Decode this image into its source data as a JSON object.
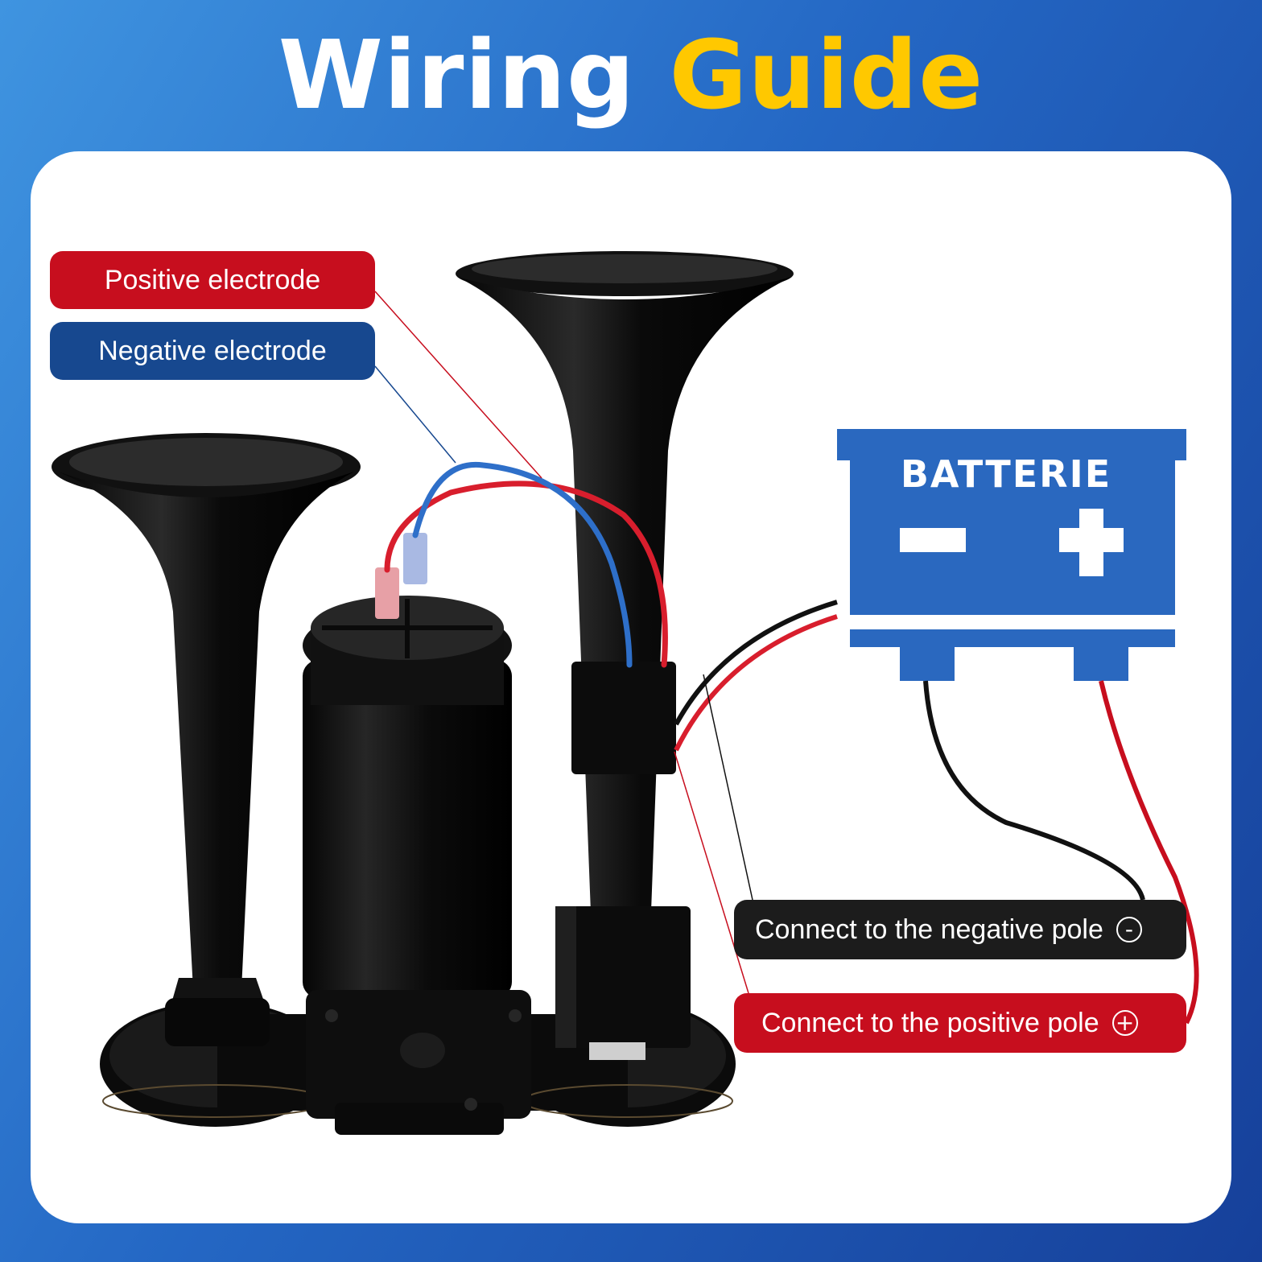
{
  "title": {
    "part1": "Wiring",
    "part2": "Guide"
  },
  "colors": {
    "positive": "#c70e1e",
    "negative": "#17488f",
    "ground_label": "#1c1c1c",
    "battery": "#2a68bf",
    "title_accent": "#ffc800"
  },
  "labels": {
    "positive_electrode": "Positive electrode",
    "negative_electrode": "Negative electrode",
    "connect_negative": "Connect to the negative pole",
    "connect_positive": "Connect to the positive pole",
    "negative_symbol": "-",
    "positive_symbol": "+"
  },
  "battery": {
    "name": "BATTERIE",
    "minus_icon": "minus-icon",
    "plus_icon": "plus-icon"
  },
  "icons": [
    "trumpet-horn-icon",
    "air-compressor-icon",
    "relay-icon",
    "battery-icon"
  ]
}
